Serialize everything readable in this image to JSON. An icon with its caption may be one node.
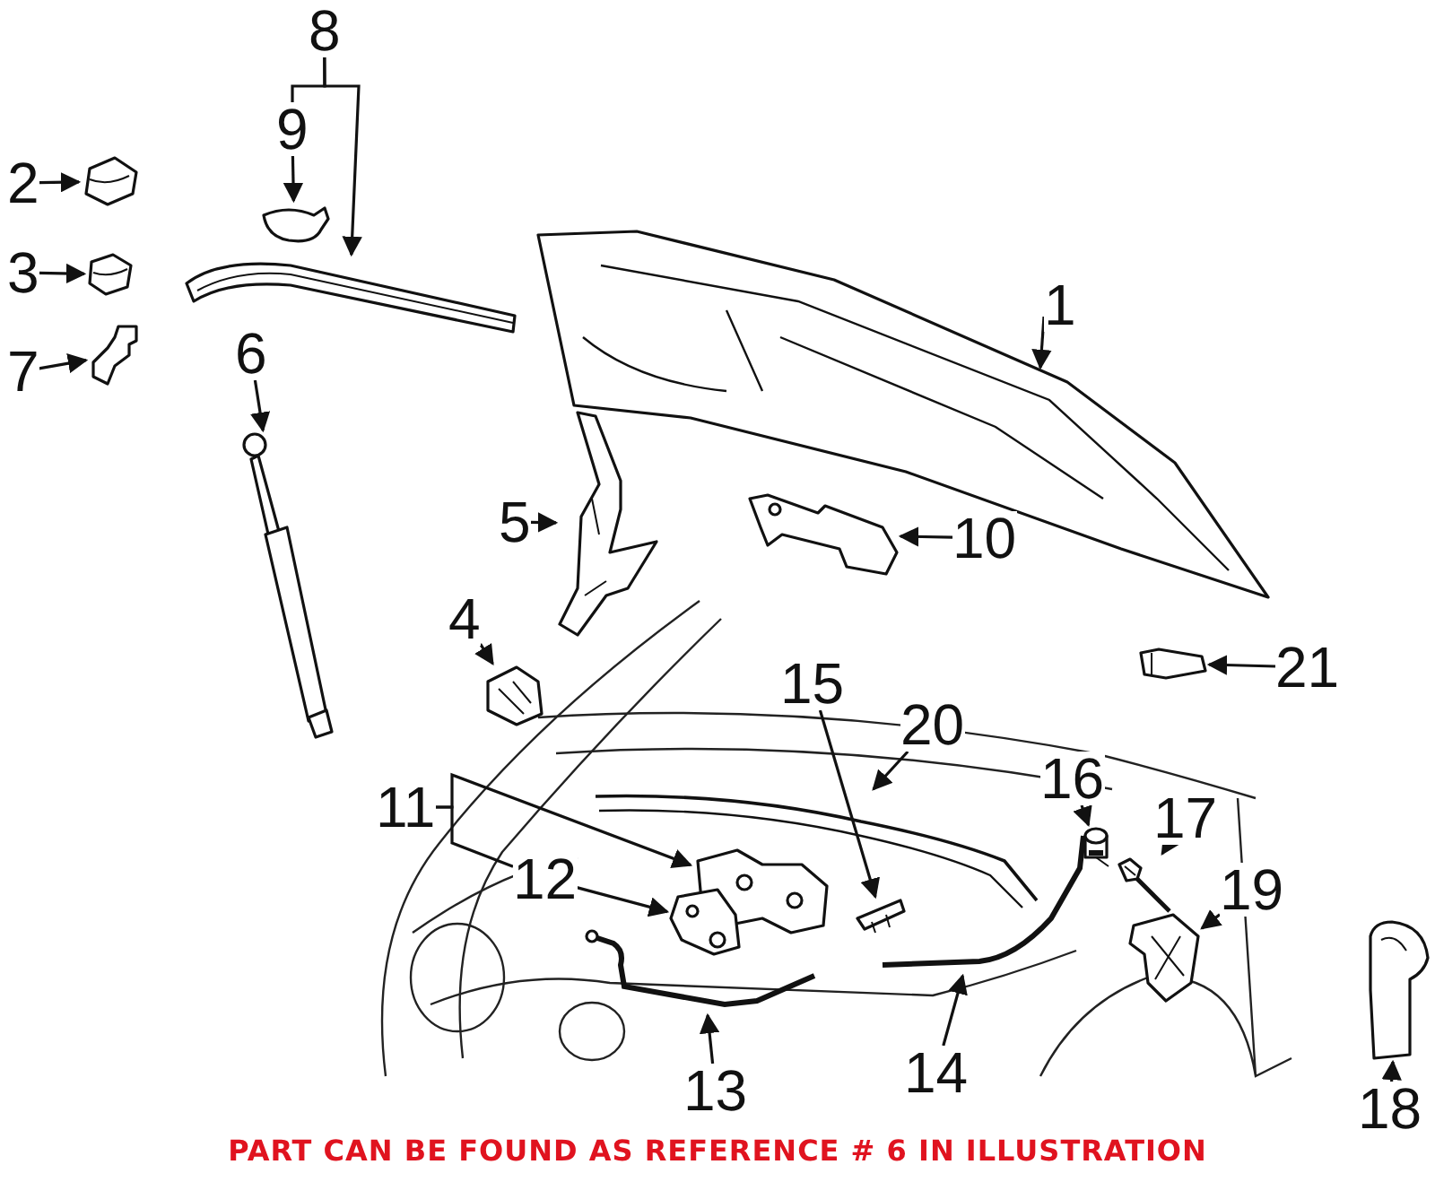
{
  "diagram": {
    "caption": "PART CAN BE FOUND AS REFERENCE # 6 IN ILLUSTRATION",
    "nodes": [
      {
        "text": [
          "8"
        ]
      },
      {
        "text": [
          "9"
        ]
      },
      {
        "text": [
          "2"
        ]
      },
      {
        "text": [
          "3"
        ]
      },
      {
        "text": [
          "7"
        ]
      },
      {
        "text": [
          "1"
        ]
      },
      {
        "text": [
          "6"
        ]
      },
      {
        "text": [
          "5"
        ]
      },
      {
        "text": [
          "10"
        ]
      },
      {
        "text": [
          "4"
        ]
      },
      {
        "text": [
          "21"
        ]
      },
      {
        "text": [
          "15"
        ]
      },
      {
        "text": [
          "20"
        ]
      },
      {
        "text": [
          "16"
        ]
      },
      {
        "text": [
          "11"
        ]
      },
      {
        "text": [
          "17"
        ]
      },
      {
        "text": [
          "12"
        ]
      },
      {
        "text": [
          "19"
        ]
      },
      {
        "text": [
          "13"
        ]
      },
      {
        "text": [
          "14"
        ]
      },
      {
        "text": [
          "18"
        ]
      },
      {
        "text": [],
        "shape": "picture"
      },
      {
        "text": [],
        "shape": "picture"
      },
      {
        "text": [],
        "shape": "picture"
      },
      {
        "text": [],
        "shape": "picture"
      },
      {
        "text": [],
        "shape": "picture"
      },
      {
        "text": [],
        "shape": "picture"
      },
      {
        "text": [],
        "shape": "picture"
      },
      {
        "text": [],
        "shape": "picture"
      },
      {
        "text": [],
        "shape": "picture"
      },
      {
        "text": [],
        "shape": "picture"
      },
      {
        "text": [],
        "shape": "picture"
      },
      {
        "text": [],
        "shape": "picture"
      },
      {
        "text": [],
        "shape": "picture"
      },
      {
        "text": [],
        "shape": "picture"
      },
      {
        "text": [],
        "shape": "picture"
      },
      {
        "text": [],
        "shape": "picture"
      },
      {
        "text": [],
        "shape": "picture"
      },
      {
        "text": [],
        "shape": "picture"
      },
      {
        "text": [],
        "shape": "picture"
      },
      {
        "text": [],
        "shape": "picture"
      },
      {
        "text": [],
        "shape": "picture"
      }
    ],
    "edges": [
      {
        "from": 0,
        "to": 26,
        "arrow": "to"
      },
      {
        "from": 0,
        "to": 1,
        "arrow": "none"
      },
      {
        "from": 1,
        "to": 25,
        "arrow": "to"
      },
      {
        "from": 2,
        "to": 22,
        "arrow": "to"
      },
      {
        "from": 3,
        "to": 23,
        "arrow": "to"
      },
      {
        "from": 4,
        "to": 24,
        "arrow": "to"
      },
      {
        "from": 5,
        "to": 21,
        "arrow": "to"
      },
      {
        "from": 6,
        "to": 27,
        "arrow": "to"
      },
      {
        "from": 7,
        "to": 28,
        "arrow": "to"
      },
      {
        "from": 8,
        "to": 29,
        "arrow": "to"
      },
      {
        "from": 9,
        "to": 30,
        "arrow": "to"
      },
      {
        "from": 10,
        "to": 31,
        "arrow": "to"
      },
      {
        "from": 11,
        "to": 33,
        "arrow": "to"
      },
      {
        "from": 12,
        "to": 34,
        "arrow": "to"
      },
      {
        "from": 13,
        "to": 35,
        "arrow": "to"
      },
      {
        "from": 14,
        "to": 32,
        "arrow": "to"
      },
      {
        "from": 14,
        "to": 16,
        "arrow": "none"
      },
      {
        "from": 15,
        "to": 36,
        "arrow": "to"
      },
      {
        "from": 16,
        "to": 37,
        "arrow": "to"
      },
      {
        "from": 17,
        "to": 38,
        "arrow": "to"
      },
      {
        "from": 18,
        "to": 39,
        "arrow": "to"
      },
      {
        "from": 19,
        "to": 40,
        "arrow": "to"
      },
      {
        "from": 20,
        "to": 41,
        "arrow": "to"
      }
    ]
  }
}
